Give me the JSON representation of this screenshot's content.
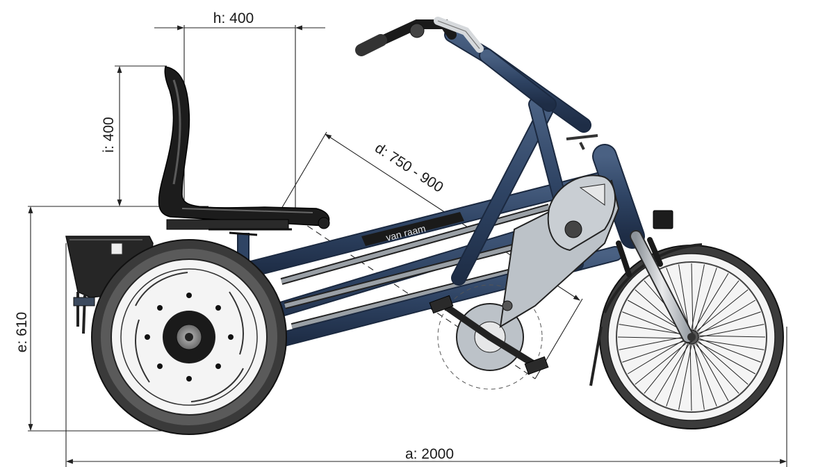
{
  "dimensions": {
    "h": "h: 400",
    "i": "i: 400",
    "d": "d: 750 - 900",
    "e": "e: 610",
    "a": "a: 2000"
  },
  "brand": {
    "frame_logo": "van raam"
  },
  "colors": {
    "frame": "#2f4464",
    "frame_dark": "#1f2f49",
    "tire": "#3a3a3a",
    "cover": "#bcc2c8",
    "seat": "#222222",
    "background": "#ffffff"
  }
}
